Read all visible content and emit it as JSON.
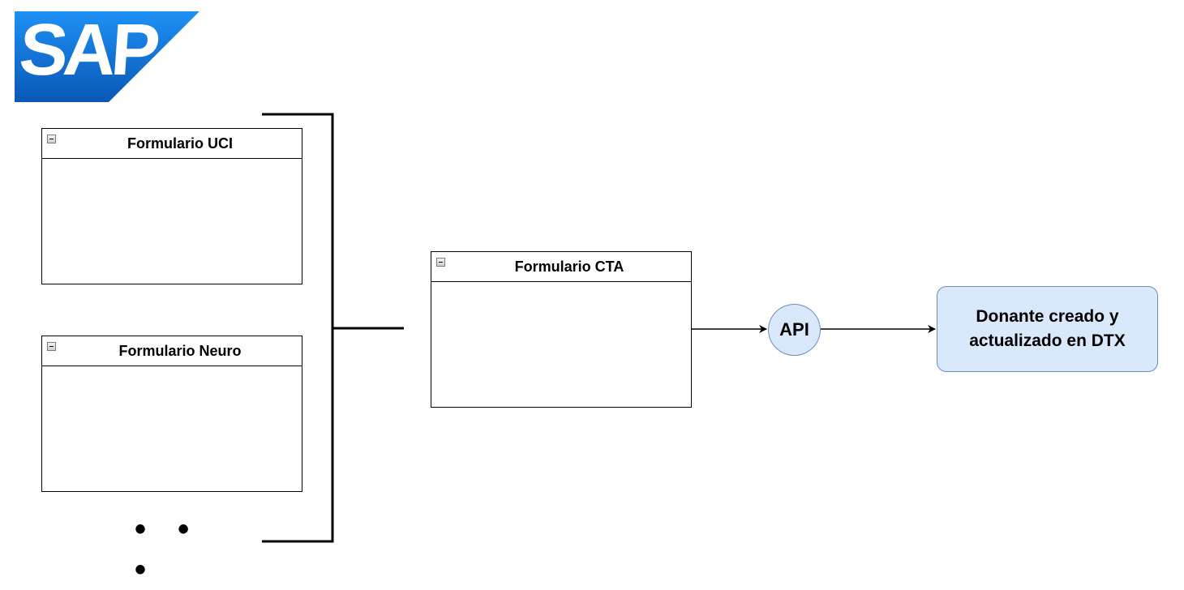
{
  "logo": {
    "text": "SAP",
    "color_top": "#1f8ef1",
    "color_bottom": "#0a5bb8"
  },
  "containers": {
    "uci": {
      "title": "Formulario UCI"
    },
    "neuro": {
      "title": "Formulario Neuro"
    },
    "cta": {
      "title": "Formulario CTA"
    }
  },
  "ellipsis": "• • •",
  "api": {
    "label": "API"
  },
  "result": {
    "label": "Donante creado y\nactualizado en DTX"
  },
  "colors": {
    "node_fill": "#dae8fc",
    "node_stroke": "#6c8ebf",
    "line": "#000000"
  }
}
